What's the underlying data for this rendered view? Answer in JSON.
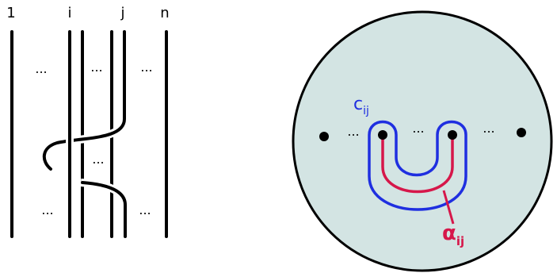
{
  "braid_diagram": {
    "strand_labels": {
      "first": "1",
      "i": "i",
      "j": "j",
      "n": "n"
    },
    "ellipsis": "..."
  },
  "disk_diagram": {
    "ellipsis": "...",
    "curve_label_main": "c",
    "curve_label_sub": "ij",
    "arc_label_main": "α",
    "arc_label_sub": "ij",
    "colors": {
      "disk_fill": "#d3e4e3",
      "curve": "#1f2fe0",
      "arc": "#d6174a",
      "outline": "#000000"
    }
  }
}
